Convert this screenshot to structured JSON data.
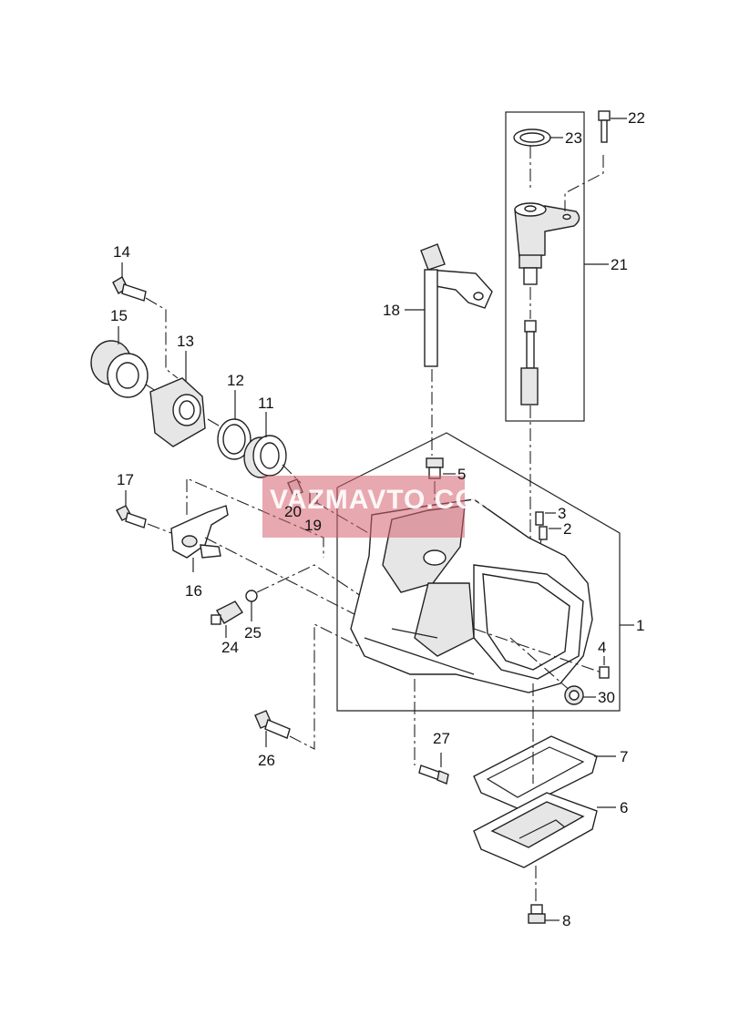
{
  "watermark": "VAZMAVTO.COM",
  "labels": [
    {
      "id": "1",
      "text": "1"
    },
    {
      "id": "2",
      "text": "2"
    },
    {
      "id": "3",
      "text": "3"
    },
    {
      "id": "4",
      "text": "4"
    },
    {
      "id": "5",
      "text": "5"
    },
    {
      "id": "6",
      "text": "6"
    },
    {
      "id": "7",
      "text": "7"
    },
    {
      "id": "8",
      "text": "8"
    },
    {
      "id": "11",
      "text": "11"
    },
    {
      "id": "12",
      "text": "12"
    },
    {
      "id": "13",
      "text": "13"
    },
    {
      "id": "14",
      "text": "14"
    },
    {
      "id": "15",
      "text": "15"
    },
    {
      "id": "16",
      "text": "16"
    },
    {
      "id": "17",
      "text": "17"
    },
    {
      "id": "18",
      "text": "18"
    },
    {
      "id": "19",
      "text": "19"
    },
    {
      "id": "20",
      "text": "20"
    },
    {
      "id": "21",
      "text": "21"
    },
    {
      "id": "22",
      "text": "22"
    },
    {
      "id": "23",
      "text": "23"
    },
    {
      "id": "24",
      "text": "24"
    },
    {
      "id": "25",
      "text": "25"
    },
    {
      "id": "26",
      "text": "26"
    },
    {
      "id": "27",
      "text": "27"
    },
    {
      "id": "30",
      "text": "30"
    }
  ]
}
